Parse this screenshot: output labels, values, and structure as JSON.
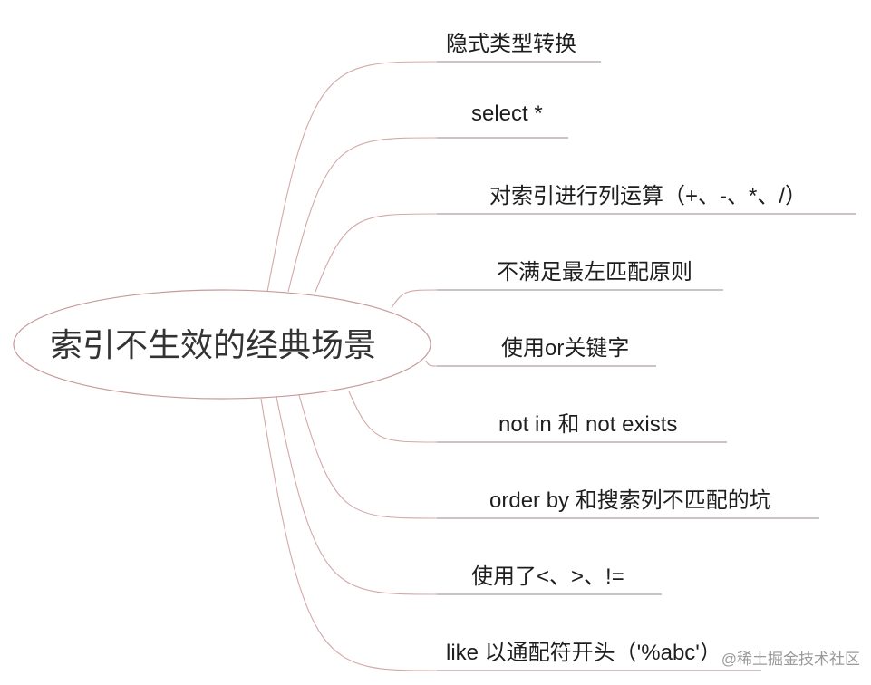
{
  "root": {
    "label": "索引不生效的经典场景"
  },
  "branches": [
    {
      "label": "隐式类型转换"
    },
    {
      "label": "select *"
    },
    {
      "label": "对索引进行列运算（+、-、*、/）"
    },
    {
      "label": "不满足最左匹配原则"
    },
    {
      "label": "使用or关键字"
    },
    {
      "label": "not in 和 not exists"
    },
    {
      "label": "order by 和搜索列不匹配的坑"
    },
    {
      "label": "使用了<、>、!="
    },
    {
      "label": "like 以通配符开头（'%abc'）"
    }
  ],
  "watermark": "@稀土掘金技术社区",
  "colors": {
    "branch_line": "#d4a8a8",
    "underline": "#9a8a8a",
    "root_border": "#c89a9a",
    "text": "#1e1e1e"
  }
}
